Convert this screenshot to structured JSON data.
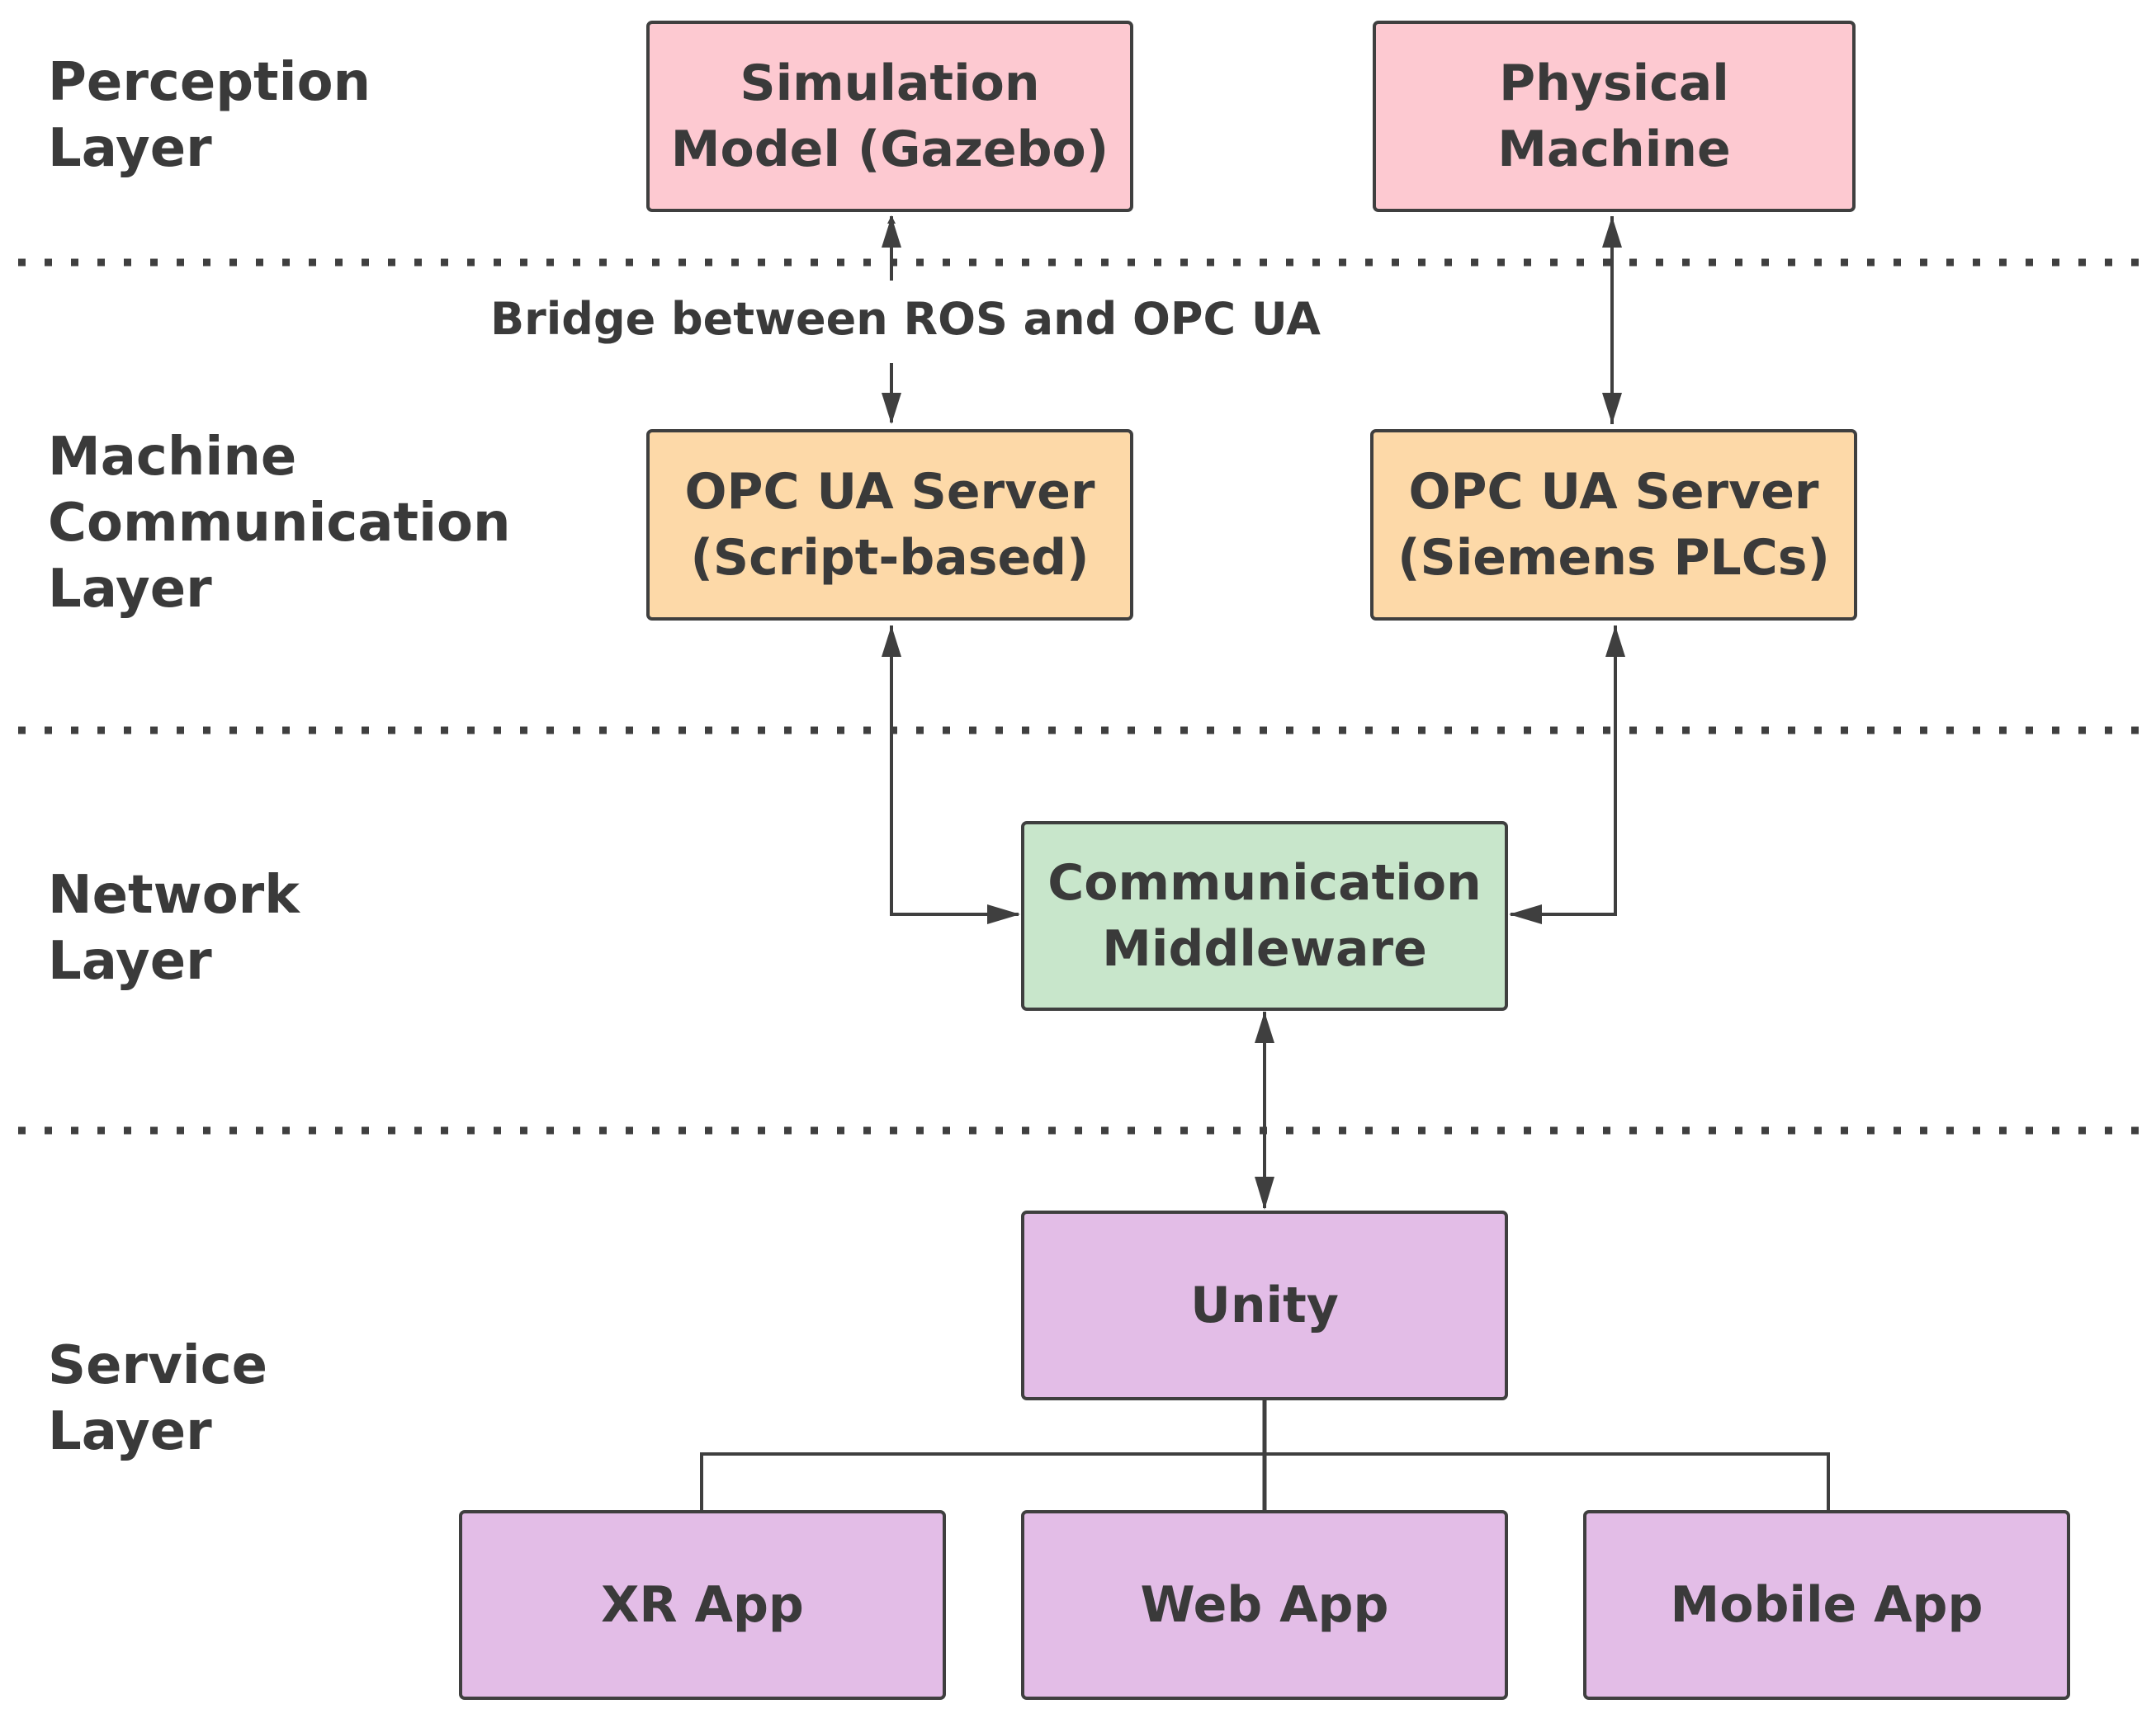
{
  "layers": {
    "perception": [
      "Perception",
      "Layer"
    ],
    "machine_communication": [
      "Machine",
      "Communication",
      "Layer"
    ],
    "network": [
      "Network",
      "Layer"
    ],
    "service": [
      "Service",
      "Layer"
    ]
  },
  "nodes": {
    "simulation_model": [
      "Simulation",
      "Model (Gazebo)"
    ],
    "physical_machine": [
      "Physical",
      "Machine"
    ],
    "opc_ua_script": [
      "OPC UA Server",
      "(Script-based)"
    ],
    "opc_ua_siemens": [
      "OPC UA Server",
      "(Siemens PLCs)"
    ],
    "communication_middleware": [
      "Communication",
      "Middleware"
    ],
    "unity": "Unity",
    "xr_app": "XR App",
    "web_app": "Web App",
    "mobile_app": "Mobile App"
  },
  "edge_labels": {
    "bridge": "Bridge between ROS and OPC UA"
  },
  "colors": {
    "perception": "#fdc9d1",
    "machine_communication": "#fdd9a8",
    "network": "#c8e6cb",
    "service": "#e3bde7",
    "line": "#3f3f3f",
    "text": "#3a3a3a"
  }
}
